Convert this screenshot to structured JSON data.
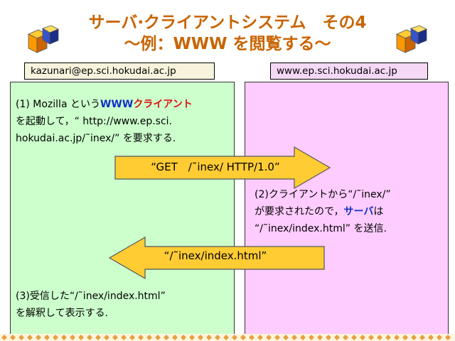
{
  "title": {
    "line1": "サーバ·クライアントシステム　その4",
    "line2": "〜例：WWW を閲覧する〜"
  },
  "hosts": {
    "client": "kazunari@ep.sci.hokudai.ac.jp",
    "server": "www.ep.sci.hokudai.ac.jp"
  },
  "steps": {
    "step1": {
      "line1_prefix": "(1) Mozilla という",
      "line1_www": "WWW",
      "line1_client": "クライアント",
      "line2": "を起動して，“ http://www.ep.sci.",
      "line3": "hokudai.ac.jp/˜inex/” を要求する."
    },
    "step2": {
      "line1": "(2)クライアントから“/˜inex/”",
      "line2_prefix": "が要求されたので，",
      "line2_server": "サーバ",
      "line2_suffix": "は",
      "line3": "“/˜inex/index.html” を送信."
    },
    "step3": {
      "line1": "(3)受信した“/˜inex/index.html”",
      "line2": "を解釈して表示する."
    }
  },
  "arrows": {
    "request": "“GET　/˜inex/ HTTP/1.0”",
    "response": "“/˜inex/index.html”"
  },
  "colors": {
    "title": "#c86400",
    "client_panel": "#ccffcc",
    "server_panel": "#ffccff",
    "arrow_fill": "#ffcc33",
    "highlight_blue": "#1030c8",
    "highlight_red": "#e01010"
  },
  "icons": {
    "logo": "cube-logo-icon",
    "request_arrow": "right-arrow-icon",
    "response_arrow": "left-arrow-icon"
  }
}
